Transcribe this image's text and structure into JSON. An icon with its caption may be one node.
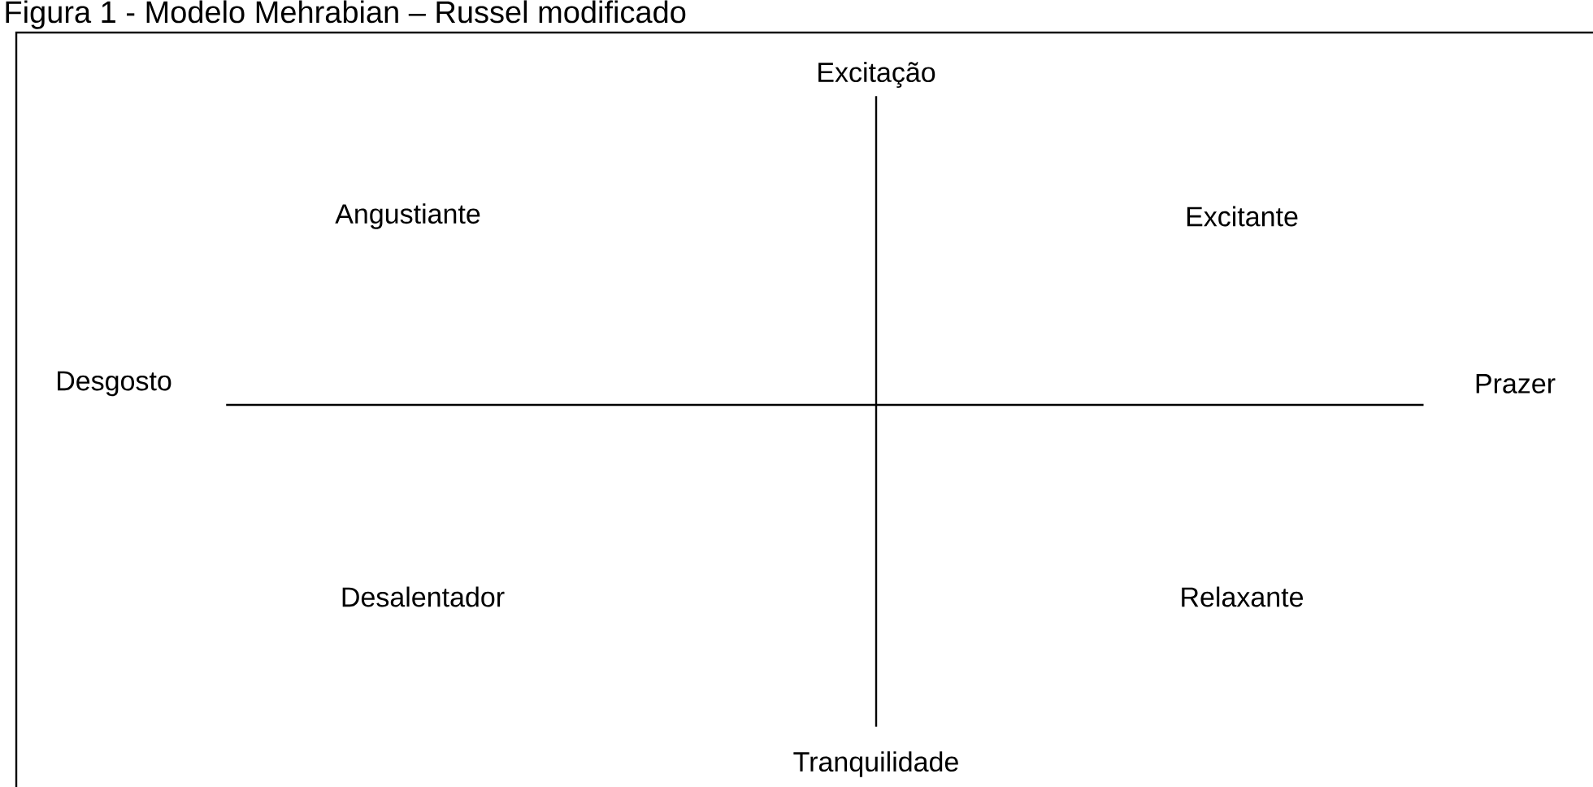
{
  "diagram": {
    "title": "Figura 1 - Modelo Mehrabian – Russel modificado",
    "nodes": [
      {
        "text": [
          "Excitação"
        ]
      },
      {
        "text": [
          "Desgosto"
        ]
      },
      {
        "text": [
          "Prazer"
        ]
      },
      {
        "text": [
          "Tranquilidade"
        ]
      }
    ],
    "edges": [
      {
        "from": 0,
        "to": 3,
        "arrow": "none"
      },
      {
        "from": 1,
        "to": 2,
        "arrow": "none"
      }
    ],
    "labels": [
      "Angustiante",
      "Excitante",
      "Desalentador",
      "Relaxante"
    ]
  }
}
